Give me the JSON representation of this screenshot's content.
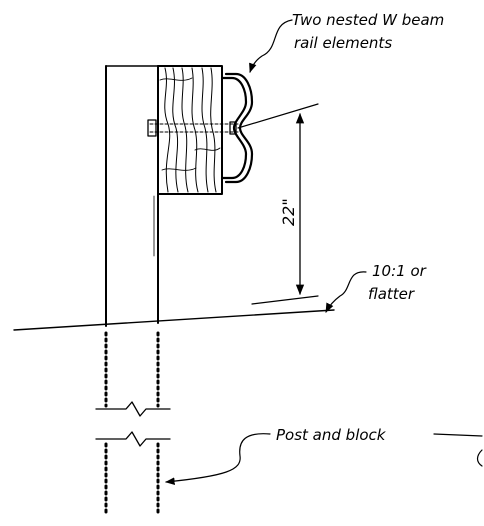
{
  "labels": {
    "rail_line1": "Two nested W beam",
    "rail_line2": "rail elements",
    "height": "22\"",
    "slope_line1": "10:1 or",
    "slope_line2": "flatter",
    "post_block": "Post and block"
  },
  "colors": {
    "ink": "#000000",
    "background": "#ffffff"
  }
}
